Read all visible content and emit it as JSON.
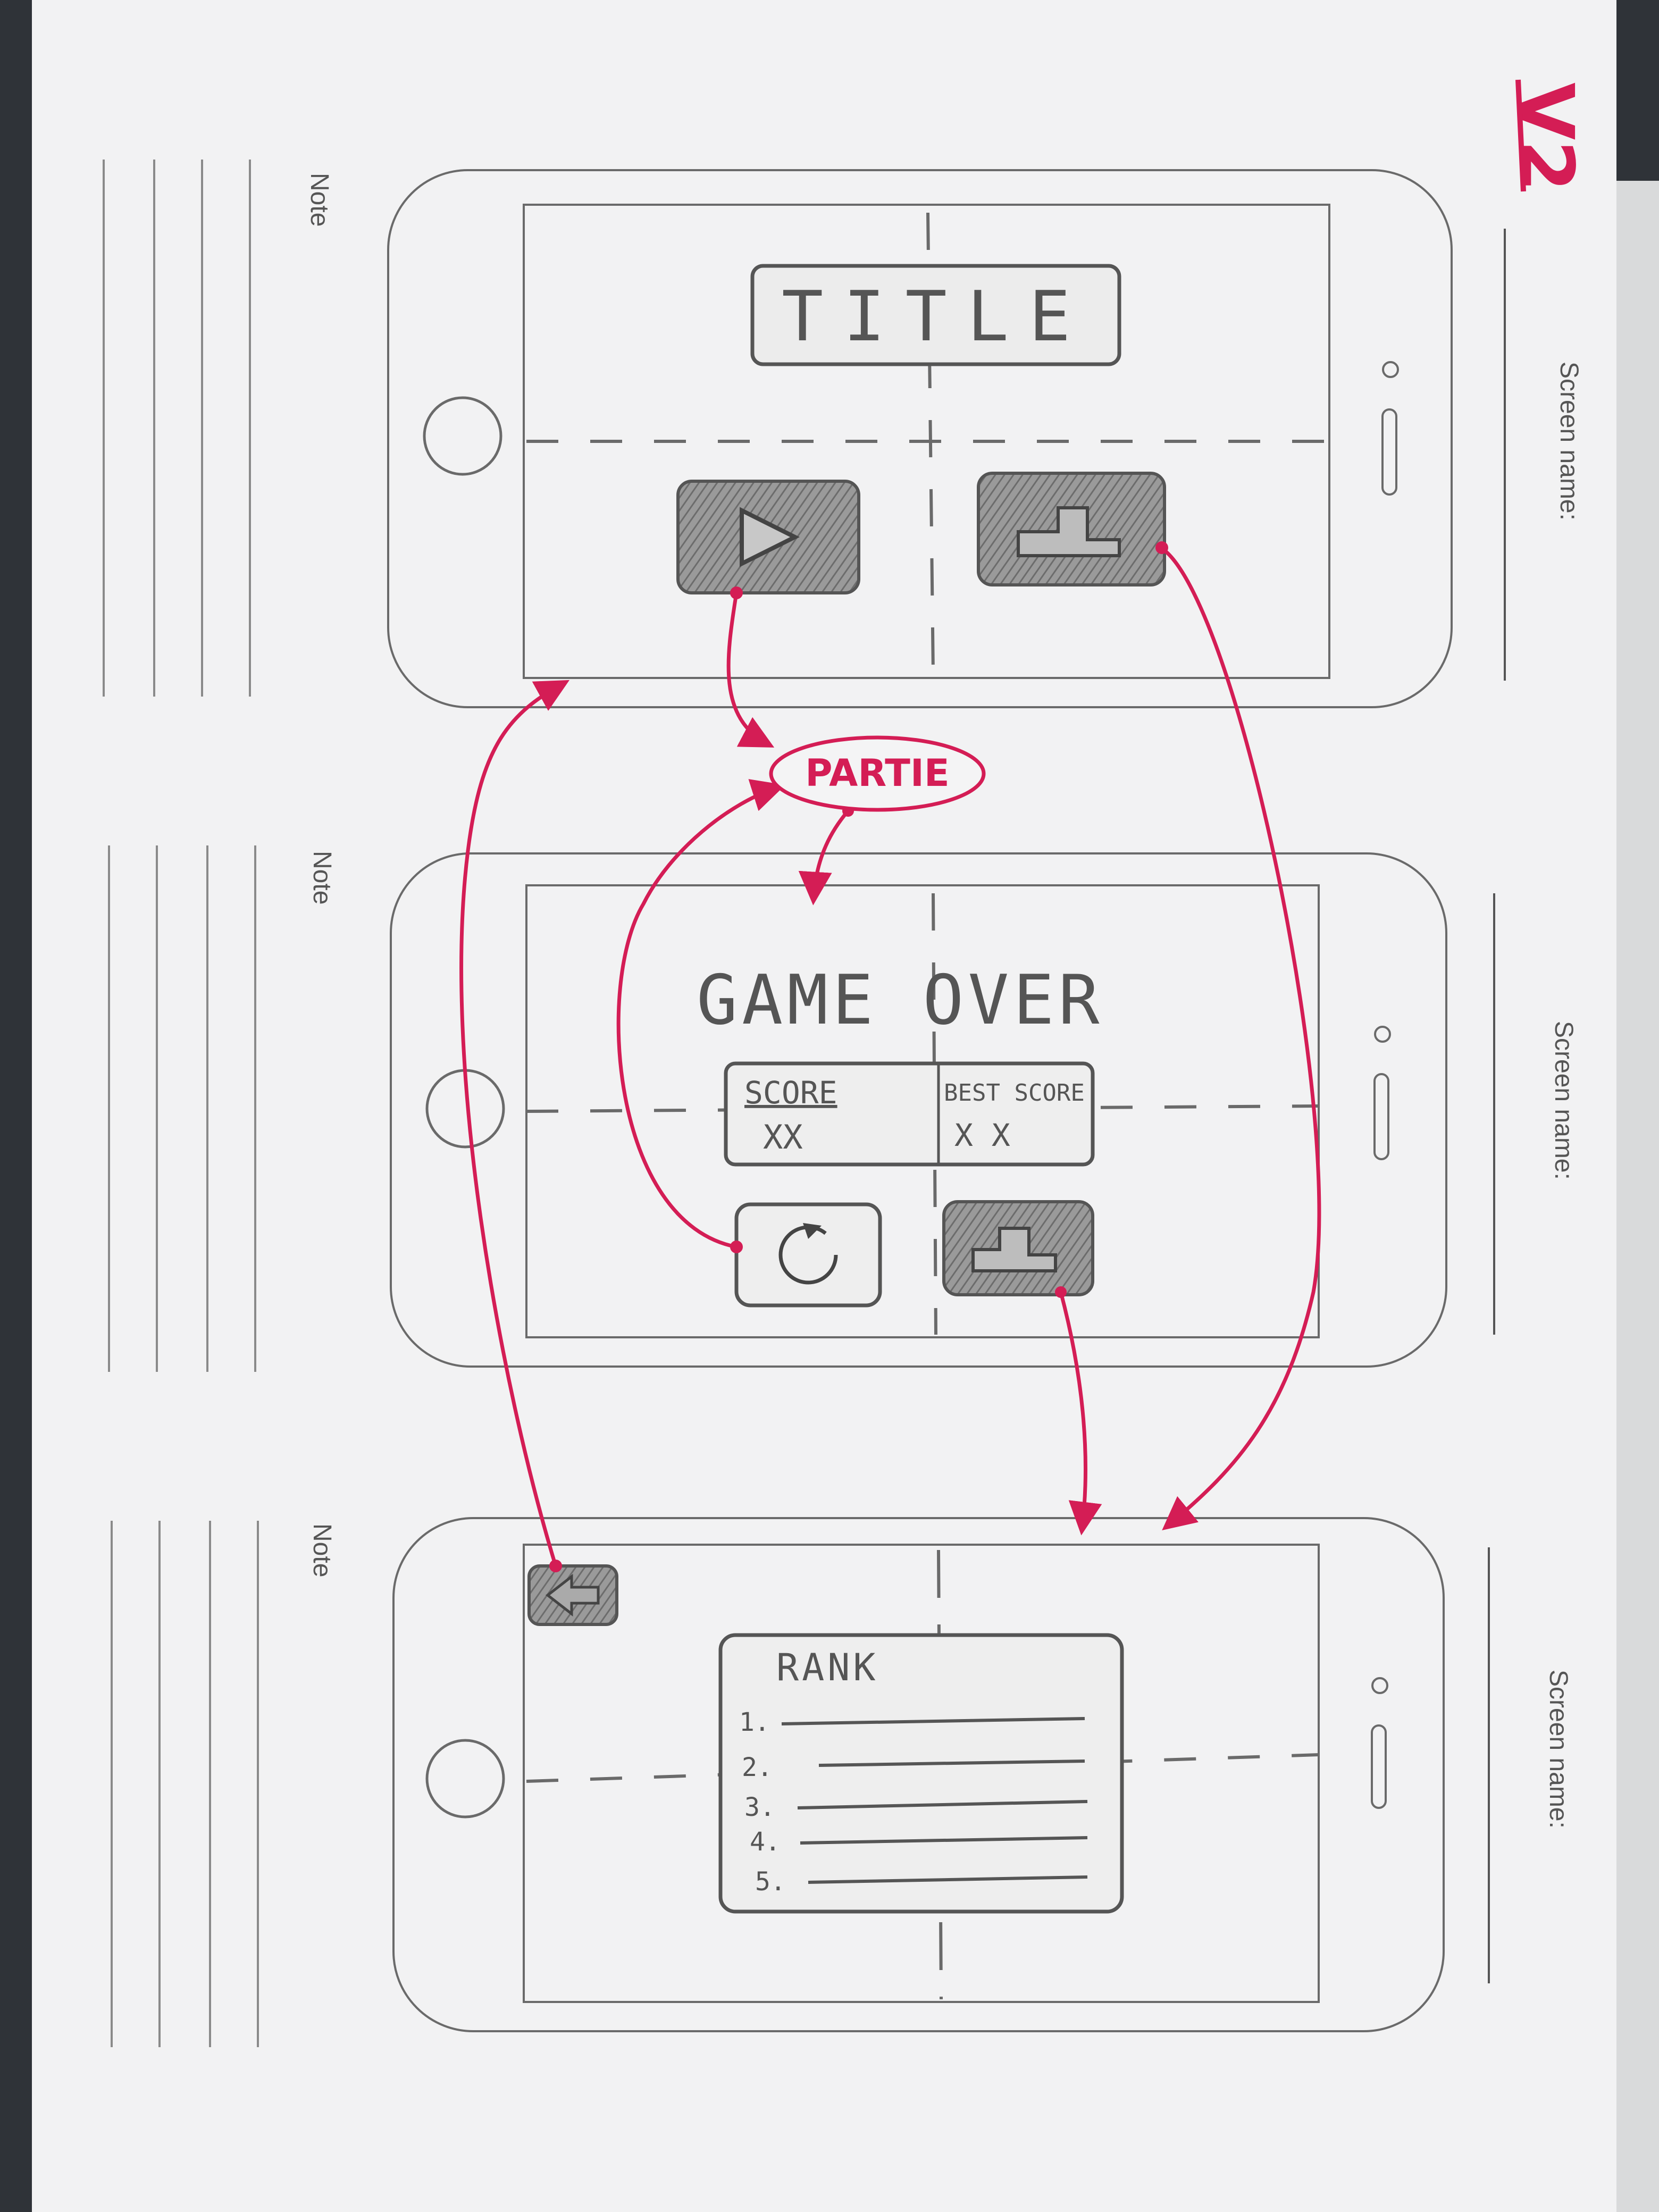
{
  "sheet": {
    "version_tag": "V2",
    "note_label": "Note",
    "screen_name_label": "Screen name:"
  },
  "screens": [
    {
      "title_box": "TITLE",
      "buttons": [
        {
          "icon": "play-icon"
        },
        {
          "icon": "podium-icon"
        }
      ]
    },
    {
      "heading": "GAME OVER",
      "score_label": "SCORE",
      "score_value": "XX",
      "best_score_label": "BEST SCORE",
      "best_score_value": "X X",
      "buttons": [
        {
          "icon": "restart-icon"
        },
        {
          "icon": "podium-icon"
        }
      ]
    },
    {
      "back_button": {
        "icon": "back-arrow-icon"
      },
      "rank_title": "RANK",
      "rank_rows": [
        "1.",
        "2.",
        "3.",
        "4.",
        "5."
      ]
    }
  ],
  "flow": {
    "hub_label": "PARTIE",
    "arrow_color": "#d41d55"
  }
}
